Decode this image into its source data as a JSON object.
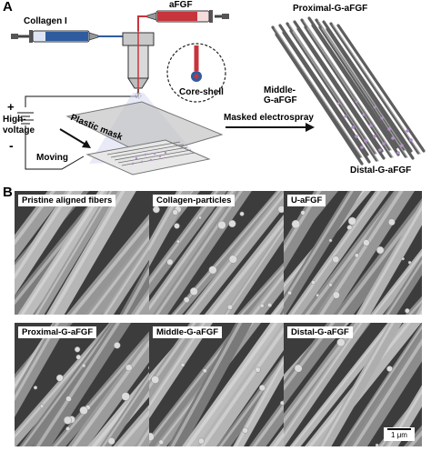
{
  "panel_a": {
    "letter": "A",
    "collagen_label": "Collagen I",
    "afgf_label": "aFGF",
    "core_shell_label": "Core-shell",
    "high_voltage_label": "High-\nvoltage",
    "plus_sign": "+",
    "minus_sign": "-",
    "plastic_mask_label": "Plastic mask",
    "moving_label": "Moving",
    "process_label": "Masked electrospray",
    "proximal_label": "Proximal-G-aFGF",
    "middle_label": "Middle-\nG-aFGF",
    "distal_label": "Distal-G-aFGF"
  },
  "panel_b": {
    "letter": "B",
    "images": [
      {
        "label": "Pristine aligned fibers",
        "particles": "none"
      },
      {
        "label": "Collagen-particles",
        "particles": "many"
      },
      {
        "label": "U-aFGF",
        "particles": "many"
      },
      {
        "label": "Proximal-G-aFGF",
        "particles": "many"
      },
      {
        "label": "Middle-G-aFGF",
        "particles": "medium"
      },
      {
        "label": "Distal-G-aFGF",
        "particles": "few"
      }
    ],
    "scale_bar": "1 μm"
  },
  "colors": {
    "syringe_collagen": "#2f5c9e",
    "syringe_afgf": "#c8343c",
    "fiber_bundle": "#7d7d7d",
    "particles": "#b58fd0"
  }
}
